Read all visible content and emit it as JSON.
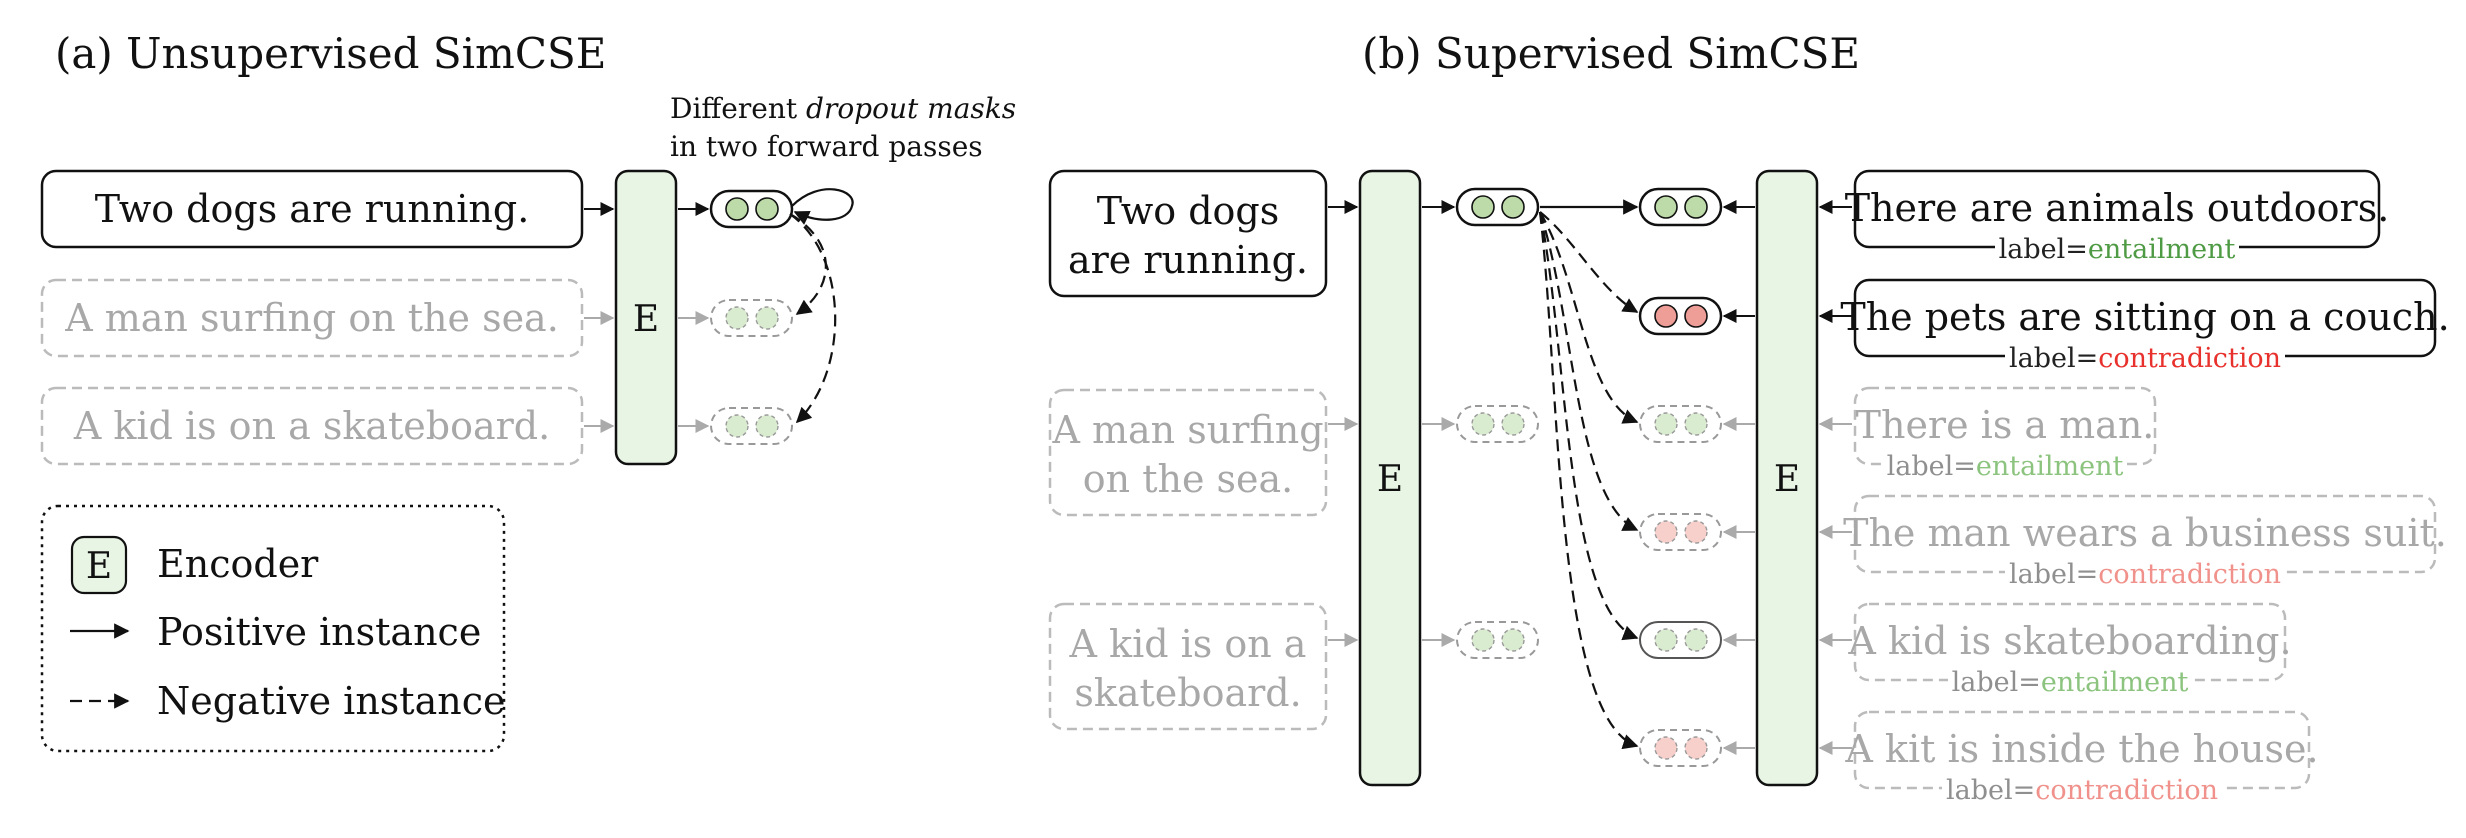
{
  "panel_a": {
    "title": "(a) Unsupervised SimCSE",
    "sentences": [
      "Two dogs are running.",
      "A man surfing on the sea.",
      "A kid is on a skateboard."
    ],
    "encoder_label": "E",
    "annotation_line1_a": "Different ",
    "annotation_line1_b": "dropout masks",
    "annotation_line2": "in two forward passes",
    "legend": {
      "encoder_icon": "E",
      "encoder": "Encoder",
      "positive": "Positive instance",
      "negative": "Negative instance"
    }
  },
  "panel_b": {
    "title": "(b) Supervised SimCSE",
    "encoder_label": "E",
    "anchors": [
      [
        "Two dogs",
        "are running."
      ],
      [
        "A man surfing",
        "on the sea."
      ],
      [
        "A kid is on a",
        "skateboard."
      ]
    ],
    "pairs": [
      {
        "text": "There are animals outdoors.",
        "label_prefix": "label=",
        "label": "entailment"
      },
      {
        "text": "The pets are sitting on a couch.",
        "label_prefix": "label=",
        "label": "contradiction"
      },
      {
        "text": "There is a man.",
        "label_prefix": "label=",
        "label": "entailment"
      },
      {
        "text": "The man wears a business suit.",
        "label_prefix": "label=",
        "label": "contradiction"
      },
      {
        "text": "A kid is skateboarding.",
        "label_prefix": "label=",
        "label": "entailment"
      },
      {
        "text": "A kit is inside the house.",
        "label_prefix": "label=",
        "label": "contradiction"
      }
    ]
  },
  "colors": {
    "encoder_fill": "#e8f4e4",
    "green": "#4f9a44",
    "red": "#e8312c",
    "green_faded": "#8cc47f",
    "red_faded": "#f0918b",
    "node_green": "#bddba8",
    "node_red": "#ef9d97"
  }
}
